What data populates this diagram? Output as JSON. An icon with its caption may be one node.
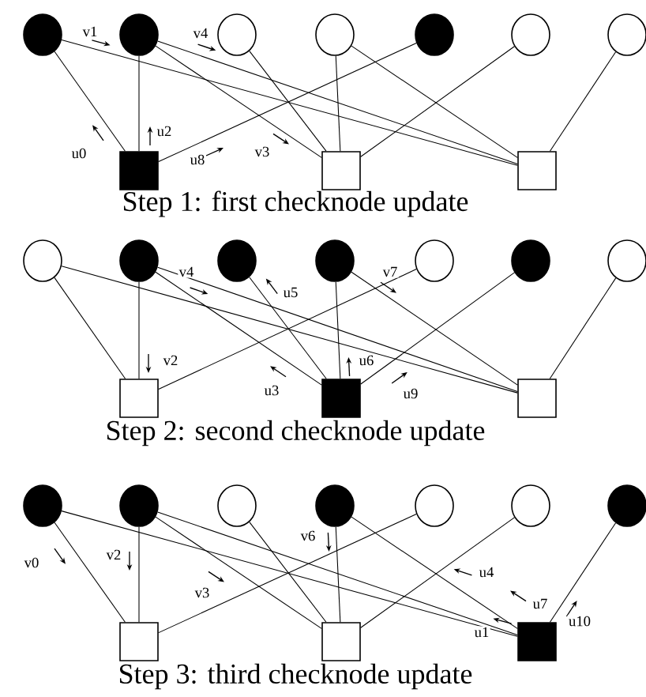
{
  "diagram": {
    "nodes": [
      {
        "text": [],
        "shape": "disc"
      },
      {
        "text": [],
        "shape": "disc"
      },
      {
        "text": [],
        "shape": "circle"
      },
      {
        "text": [],
        "shape": "circle"
      },
      {
        "text": [],
        "shape": "disc"
      },
      {
        "text": [],
        "shape": "circle"
      },
      {
        "text": [],
        "shape": "circle"
      },
      {
        "text": [],
        "shape": "block"
      },
      {
        "text": [],
        "shape": "box"
      },
      {
        "text": [],
        "shape": "box"
      },
      {
        "text": [],
        "shape": "circle"
      },
      {
        "text": [],
        "shape": "disc"
      },
      {
        "text": [],
        "shape": "disc"
      },
      {
        "text": [],
        "shape": "disc"
      },
      {
        "text": [],
        "shape": "circle"
      },
      {
        "text": [],
        "shape": "disc"
      },
      {
        "text": [],
        "shape": "circle"
      },
      {
        "text": [],
        "shape": "box"
      },
      {
        "text": [],
        "shape": "block"
      },
      {
        "text": [],
        "shape": "box"
      },
      {
        "text": [],
        "shape": "disc"
      },
      {
        "text": [],
        "shape": "disc"
      },
      {
        "text": [],
        "shape": "circle"
      },
      {
        "text": [],
        "shape": "disc"
      },
      {
        "text": [],
        "shape": "circle"
      },
      {
        "text": [],
        "shape": "circle"
      },
      {
        "text": [],
        "shape": "disc"
      },
      {
        "text": [],
        "shape": "box"
      },
      {
        "text": [],
        "shape": "box"
      },
      {
        "text": [],
        "shape": "block"
      }
    ],
    "edges": [
      {
        "from": 0,
        "to": 7,
        "arrow": "none",
        "label": "u0"
      },
      {
        "from": 0,
        "to": 9,
        "arrow": "none",
        "label": "v1"
      },
      {
        "from": 1,
        "to": 7,
        "arrow": "none",
        "label": "u2"
      },
      {
        "from": 1,
        "to": 8,
        "arrow": "none",
        "label": "v3"
      },
      {
        "from": 1,
        "to": 9,
        "arrow": "none",
        "label": "v4"
      },
      {
        "from": 2,
        "to": 8,
        "arrow": "none"
      },
      {
        "from": 3,
        "to": 8,
        "arrow": "none"
      },
      {
        "from": 3,
        "to": 9,
        "arrow": "none"
      },
      {
        "from": 4,
        "to": 7,
        "arrow": "none",
        "label": "u8"
      },
      {
        "from": 5,
        "to": 8,
        "arrow": "none"
      },
      {
        "from": 6,
        "to": 9,
        "arrow": "none"
      },
      {
        "from": 10,
        "to": 17,
        "arrow": "none"
      },
      {
        "from": 10,
        "to": 19,
        "arrow": "none"
      },
      {
        "from": 11,
        "to": 17,
        "arrow": "none",
        "label": "v2"
      },
      {
        "from": 11,
        "to": 18,
        "arrow": "none",
        "label": "u3"
      },
      {
        "from": 11,
        "to": 19,
        "arrow": "none",
        "label": "v4"
      },
      {
        "from": 12,
        "to": 18,
        "arrow": "none",
        "label": "u5"
      },
      {
        "from": 13,
        "to": 18,
        "arrow": "none",
        "label": "u6"
      },
      {
        "from": 13,
        "to": 19,
        "arrow": "none",
        "label": "v7"
      },
      {
        "from": 14,
        "to": 17,
        "arrow": "none"
      },
      {
        "from": 15,
        "to": 18,
        "arrow": "none",
        "label": "u9"
      },
      {
        "from": 16,
        "to": 19,
        "arrow": "none"
      },
      {
        "from": 20,
        "to": 27,
        "arrow": "none",
        "label": "v0"
      },
      {
        "from": 20,
        "to": 29,
        "arrow": "none",
        "label": "u1"
      },
      {
        "from": 21,
        "to": 27,
        "arrow": "none",
        "label": "v2"
      },
      {
        "from": 21,
        "to": 28,
        "arrow": "none",
        "label": "v3"
      },
      {
        "from": 21,
        "to": 29,
        "arrow": "none",
        "label": "u4"
      },
      {
        "from": 22,
        "to": 28,
        "arrow": "none"
      },
      {
        "from": 23,
        "to": 28,
        "arrow": "none",
        "label": "v6"
      },
      {
        "from": 23,
        "to": 29,
        "arrow": "none",
        "label": "u7"
      },
      {
        "from": 24,
        "to": 27,
        "arrow": "none"
      },
      {
        "from": 25,
        "to": 28,
        "arrow": "none"
      },
      {
        "from": 26,
        "to": 29,
        "arrow": "none",
        "label": "u10"
      }
    ],
    "labels": [
      "Step 1: first checknode update",
      "Step 2: second checknode update",
      "Step 3: third checknode update"
    ]
  }
}
